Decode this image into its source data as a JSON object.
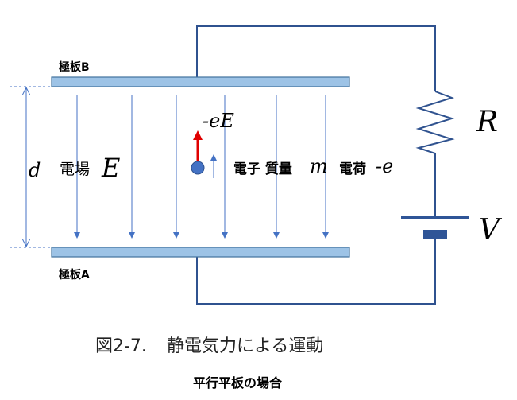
{
  "labels": {
    "plate_b": "極板B",
    "plate_a": "極板A",
    "distance": "d",
    "field_prefix": "電場",
    "field_symbol": "E",
    "force": "-eE",
    "electron_desc": "電子 質量",
    "mass_symbol": "m",
    "charge_desc": "電荷",
    "charge_symbol": "-e",
    "resistor": "R",
    "voltage": "V"
  },
  "caption": {
    "figure": "図2-7.",
    "title": "静電気力による運動",
    "subtitle": "平行平板の場合"
  },
  "colors": {
    "plate_fill": "#9dc3e6",
    "plate_stroke": "#41719c",
    "wire": "#2f528f",
    "field_line": "#4472c4",
    "force_arrow": "#e00000",
    "electron": "#4472c4",
    "battery_plate": "#2f5597"
  }
}
